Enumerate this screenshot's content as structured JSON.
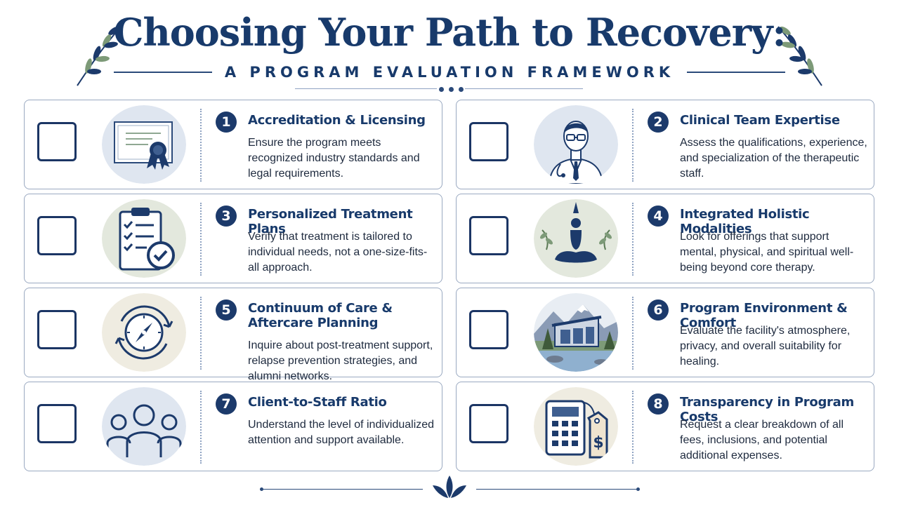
{
  "header": {
    "title": "Choosing Your Path to Recovery:",
    "subtitle": "A PROGRAM EVALUATION FRAMEWORK"
  },
  "colors": {
    "navy": "#1c3a6b",
    "border": "#9aa9c1",
    "circle_blue": "#dfe6f0",
    "circle_green": "#e3e8dd",
    "circle_beige": "#efece1"
  },
  "items": [
    {
      "number": "1",
      "title": "Accreditation & Licensing",
      "description": "Ensure the program meets recognized industry standards and legal requirements.",
      "icon": "certificate-icon",
      "checked": false
    },
    {
      "number": "2",
      "title": "Clinical Team Expertise",
      "description": "Assess the qualifications, experience, and specialization of the therapeutic staff.",
      "icon": "doctor-icon",
      "checked": false
    },
    {
      "number": "3",
      "title": "Personalized Treatment Plans",
      "description": "Verify that treatment is tailored to individual needs, not a one-size-fits-all approach.",
      "icon": "clipboard-checklist-icon",
      "checked": false
    },
    {
      "number": "4",
      "title": "Integrated Holistic Modalities",
      "description": "Look for offerings that support mental, physical, and spiritual well-being beyond core therapy.",
      "icon": "meditation-icon",
      "checked": false
    },
    {
      "number": "5",
      "title": "Continuum of Care & Aftercare Planning",
      "description": "Inquire about post-treatment support, relapse prevention strategies, and alumni networks.",
      "icon": "compass-icon",
      "checked": false
    },
    {
      "number": "6",
      "title": "Program Environment & Comfort",
      "description": "Evaluate the facility's atmosphere, privacy, and overall suitability for healing.",
      "icon": "facility-landscape-icon",
      "checked": false
    },
    {
      "number": "7",
      "title": "Client-to-Staff Ratio",
      "description": "Understand the level of individualized attention and support available.",
      "icon": "people-group-icon",
      "checked": false
    },
    {
      "number": "8",
      "title": "Transparency in Program Costs",
      "description": "Request a clear breakdown of all fees, inclusions, and potential additional expenses.",
      "icon": "calculator-price-tag-icon",
      "checked": false
    }
  ]
}
